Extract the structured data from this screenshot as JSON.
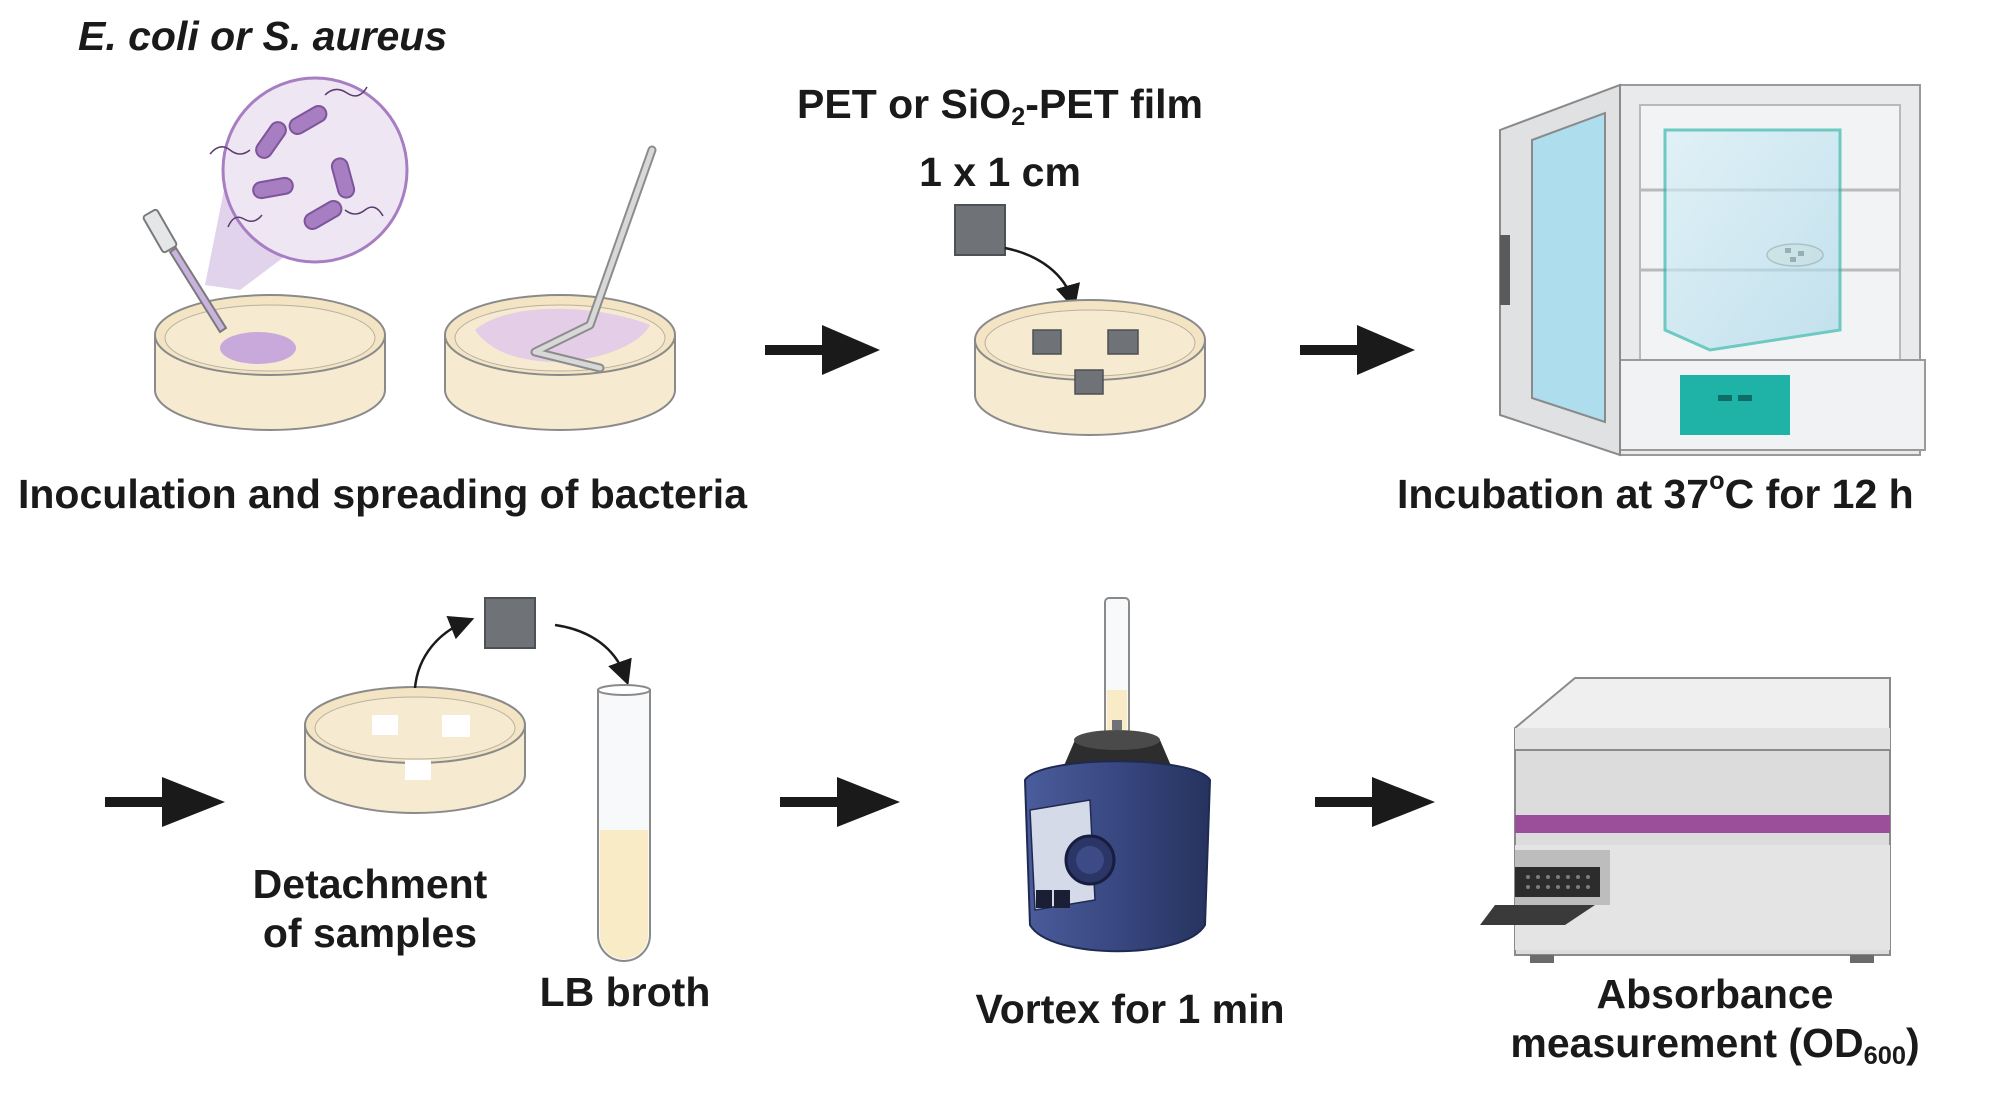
{
  "labels": {
    "organism": "E. coli or S. aureus",
    "film_title_pre": "PET or SiO",
    "film_title_sub": "2",
    "film_title_post": "-PET film",
    "film_size": "1 x 1 cm",
    "inoculation": "Inoculation and spreading of bacteria",
    "incubation_pre": "Incubation at 37",
    "incubation_sup": "o",
    "incubation_post": "C for 12 h",
    "detachment_line1": "Detachment",
    "detachment_line2": "of samples",
    "lb_broth": "LB broth",
    "vortex": "Vortex for 1 min",
    "absorbance_line1": "Absorbance",
    "absorbance_line2_pre": "measurement (OD",
    "absorbance_line2_sub": "600",
    "absorbance_line2_post": ")"
  },
  "colors": {
    "agar": "#f6ead0",
    "dish_rim": "#8a8a8a",
    "bacteria": "#a77ec2",
    "culture_spot": "#c9a9dc",
    "film_square": "#6f7377",
    "arrow": "#1a1a1a",
    "incubator_body": "#e9eaec",
    "incubator_glass": "#bfe3f0",
    "incubator_panel": "#1fb3a7",
    "vortex_body": "#3a4a86",
    "reader_body": "#dcdcdc",
    "reader_stripe": "#9b4f9b",
    "broth": "#f8ebc6"
  }
}
